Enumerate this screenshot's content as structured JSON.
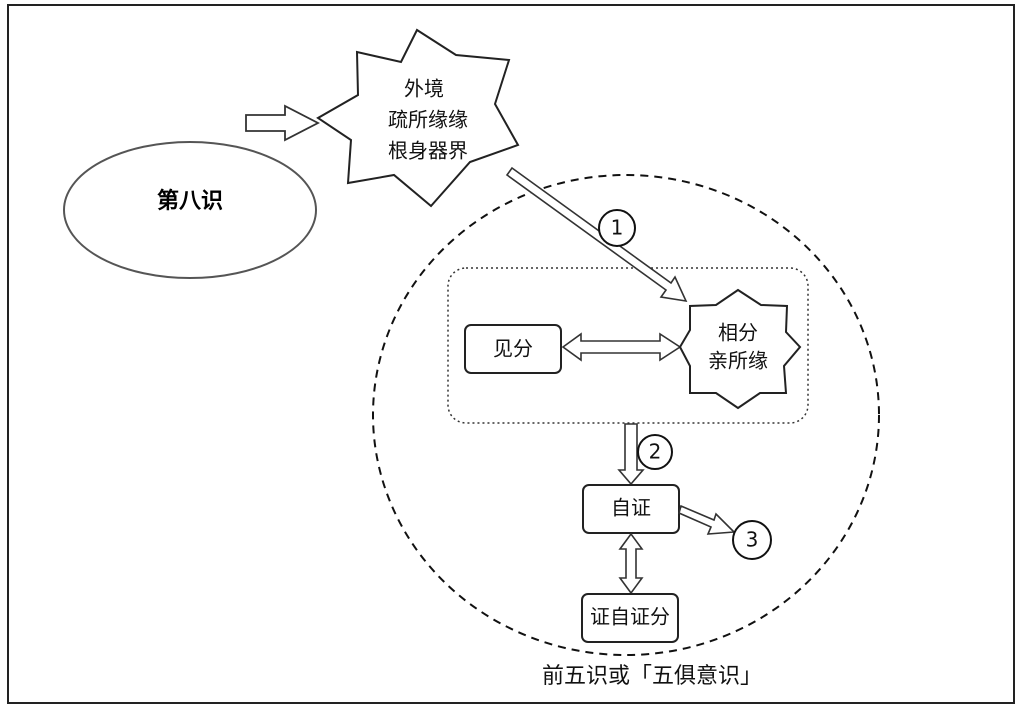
{
  "nodes": {
    "eighth_consciousness": {
      "label": "第八识"
    },
    "external_realm": {
      "line1": "外境",
      "line2": "疏所缘缘",
      "line3": "根身器界"
    },
    "image_part": {
      "line1": "相分",
      "line2": "亲所缘"
    },
    "seeing_part": {
      "label": "见分"
    },
    "self_witnessing": {
      "label": "自证"
    },
    "witness_of_self_witnessing": {
      "label": "证自证分"
    }
  },
  "markers": {
    "step1": "1",
    "step2": "2",
    "step3": "3"
  },
  "caption": "前五识或「五俱意识」",
  "colors": {
    "stroke": "#333333",
    "box_fill": "#ffffff",
    "ellipse_stroke": "#555555"
  }
}
